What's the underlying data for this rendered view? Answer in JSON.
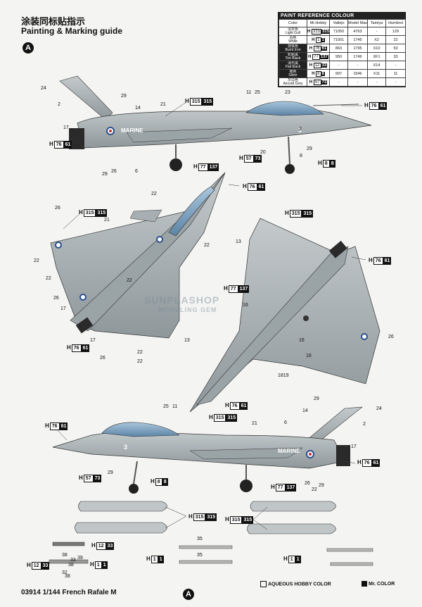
{
  "header": {
    "title_cn": "涂装同标贴指示",
    "title_en": "Painting & Marking guide",
    "marker": "A"
  },
  "reference": {
    "title": "PAINT REFERENCE COLOUR",
    "columns": [
      "Color",
      "Mr.Hobby",
      "Vallejo",
      "Model Master",
      "Tamiya",
      "Humbrol"
    ],
    "rows": [
      {
        "cn": "淡灰色",
        "en": "Light Gull",
        "h": "H",
        "n1": "315",
        "n2": "315",
        "vallejo": "71050",
        "mm": "4763",
        "tamiya": "-",
        "humbrol": "129",
        "dark": false
      },
      {
        "cn": "白色",
        "en": "White",
        "h": "H",
        "n1": "1",
        "n2": "1",
        "vallejo": "71001",
        "mm": "1745",
        "tamiya": "X2",
        "humbrol": "22",
        "dark": false
      },
      {
        "cn": "烧铁色",
        "en": "Burnt Iron",
        "h": "H",
        "n1": "76",
        "n2": "61",
        "vallejo": "863",
        "mm": "1795",
        "tamiya": "X10",
        "humbrol": "53",
        "dark": true
      },
      {
        "cn": "轮胎黑",
        "en": "Tire Black",
        "h": "H",
        "n1": "77",
        "n2": "137",
        "vallejo": "950",
        "mm": "1749",
        "tamiya": "XF1",
        "humbrol": "33",
        "dark": true
      },
      {
        "cn": "消光黑",
        "en": "Flat black",
        "h": "H",
        "n1": "12",
        "n2": "33",
        "vallejo": "-",
        "mm": "-",
        "tamiya": "X14",
        "humbrol": "-",
        "dark": true
      },
      {
        "cn": "银色",
        "en": "Silver",
        "h": "H",
        "n1": "8",
        "n2": "8",
        "vallejo": "997",
        "mm": "1546",
        "tamiya": "X11",
        "humbrol": "11",
        "dark": true
      },
      {
        "cn": "灰白色",
        "en": "Aircraft Grey",
        "h": "H",
        "n1": "57",
        "n2": "73",
        "vallejo": "-",
        "mm": "-",
        "tamiya": "-",
        "humbrol": "-",
        "dark": false
      }
    ]
  },
  "callouts": [
    {
      "id": "c1",
      "h": "H",
      "n1": "315",
      "n2": "315"
    },
    {
      "id": "c2",
      "h": "H",
      "n1": "76",
      "n2": "61"
    },
    {
      "id": "c3",
      "h": "H",
      "n1": "76",
      "n2": "61"
    },
    {
      "id": "c4",
      "h": "H",
      "n1": "57",
      "n2": "73"
    },
    {
      "id": "c5",
      "h": "H",
      "n1": "77",
      "n2": "137"
    },
    {
      "id": "c6",
      "h": "H",
      "n1": "8",
      "n2": "8"
    },
    {
      "id": "c7",
      "h": "H",
      "n1": "76",
      "n2": "61"
    },
    {
      "id": "c8",
      "h": "H",
      "n1": "315",
      "n2": "315"
    },
    {
      "id": "c9",
      "h": "H",
      "n1": "76",
      "n2": "61"
    },
    {
      "id": "c10",
      "h": "H",
      "n1": "315",
      "n2": "315"
    },
    {
      "id": "c11",
      "h": "H",
      "n1": "76",
      "n2": "61"
    },
    {
      "id": "c12",
      "h": "H",
      "n1": "77",
      "n2": "137"
    },
    {
      "id": "c13",
      "h": "H",
      "n1": "76",
      "n2": "61"
    },
    {
      "id": "c14",
      "h": "H",
      "n1": "315",
      "n2": "315"
    },
    {
      "id": "c15",
      "h": "H",
      "n1": "76",
      "n2": "61"
    },
    {
      "id": "c16",
      "h": "H",
      "n1": "76",
      "n2": "61"
    },
    {
      "id": "c17",
      "h": "H",
      "n1": "57",
      "n2": "73"
    },
    {
      "id": "c18",
      "h": "H",
      "n1": "8",
      "n2": "8"
    },
    {
      "id": "c19",
      "h": "H",
      "n1": "77",
      "n2": "137"
    },
    {
      "id": "c20",
      "h": "H",
      "n1": "315",
      "n2": "315"
    },
    {
      "id": "c21",
      "h": "H",
      "n1": "315",
      "n2": "315"
    },
    {
      "id": "c22",
      "h": "H",
      "n1": "12",
      "n2": "33"
    },
    {
      "id": "c23",
      "h": "H",
      "n1": "1",
      "n2": "1"
    },
    {
      "id": "c24",
      "h": "H",
      "n1": "1",
      "n2": "1"
    },
    {
      "id": "c25",
      "h": "H",
      "n1": "1",
      "n2": "1"
    },
    {
      "id": "c26",
      "h": "H",
      "n1": "12",
      "n2": "33"
    }
  ],
  "part_numbers": [
    "24",
    "29",
    "2",
    "14",
    "21",
    "11",
    "25",
    "23",
    "17",
    "3",
    "6",
    "26",
    "29",
    "20",
    "8",
    "29",
    "22",
    "26",
    "21",
    "22",
    "22",
    "22",
    "22",
    "26",
    "17",
    "17",
    "16",
    "26",
    "22",
    "22",
    "13",
    "13",
    "16",
    "26",
    "16",
    "1819",
    "25",
    "11",
    "29",
    "14",
    "24",
    "2",
    "21",
    "6",
    "17",
    "29",
    "26",
    "29",
    "22",
    "35",
    "35",
    "38",
    "39",
    "33",
    "38",
    "32",
    "38"
  ],
  "aircraft": {
    "marking": "MARINE",
    "side_number": "3"
  },
  "watermark": {
    "line1": "SUNPLASHOP",
    "line2": "MODELING GEM"
  },
  "legend": {
    "aqueous": "AQUEOUS HOBBY COLOR",
    "mr": "Mr. COLOR",
    "h": "H"
  },
  "footer": {
    "product": "03914 1/144 French Rafale M",
    "marker": "A"
  },
  "colors": {
    "aircraft_grey": "#a9b1b4",
    "canopy": "#7fa3bf",
    "dark": "#222222",
    "roundel_red": "#c0302a",
    "roundel_blue": "#2b4f8f"
  }
}
